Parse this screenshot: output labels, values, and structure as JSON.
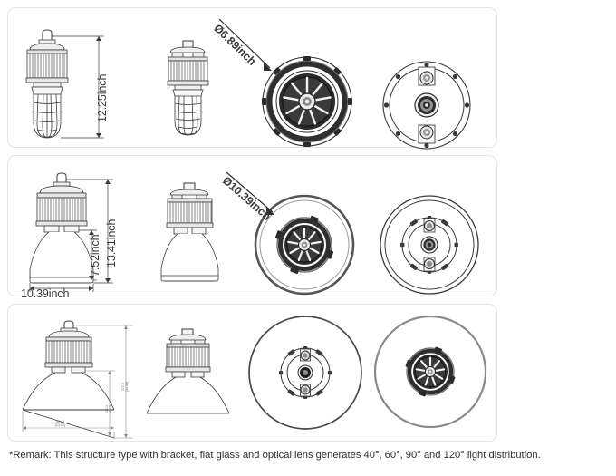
{
  "document": {
    "type": "product-dimension-drawing-sheet",
    "remark": "*Remark: This structure type with bracket, flat glass and optical lens generates 40°, 60°, 90° and 120° light distribution."
  },
  "style": {
    "page_background": "#ffffff",
    "panel_border": "#e3e5e7",
    "line_color": "#3a3a3a",
    "dark_fill": "#2b2b2b",
    "text_color": "#2e2e2e"
  },
  "panels": [
    {
      "id": "panel-1",
      "product": "explosion-proof-cage-luminaire",
      "views": [
        {
          "name": "front-view-dimensioned",
          "column": 1
        },
        {
          "name": "side-view",
          "column": 2
        },
        {
          "name": "bottom-view-lens",
          "column": 3
        },
        {
          "name": "top-view-housing",
          "column": 4
        }
      ],
      "dimensions": {
        "height": "12.25inch",
        "diameter": "Ø6.89inch"
      }
    },
    {
      "id": "panel-2",
      "product": "highbay-deep-reflector-luminaire",
      "views": [
        {
          "name": "front-view-dimensioned",
          "column": 1
        },
        {
          "name": "side-view",
          "column": 2
        },
        {
          "name": "bottom-view-lens",
          "column": 3
        },
        {
          "name": "top-view-housing",
          "column": 4
        }
      ],
      "dimensions": {
        "overall_height": "13.41inch",
        "reflector_height": "7.52inch",
        "width": "10.39inch",
        "diameter": "Ø10.39inch"
      }
    },
    {
      "id": "panel-3",
      "product": "highbay-wide-reflector-luminaire",
      "views": [
        {
          "name": "front-view-dimensioned",
          "column": 1
        },
        {
          "name": "side-view",
          "column": 2
        },
        {
          "name": "bottom-view-lens",
          "column": 3
        },
        {
          "name": "top-view-housing",
          "column": 4
        }
      ],
      "dimensions": {
        "overall_height_label": "372.8\n[14.68]",
        "reflector_height_label": "210.1\n[8.27]",
        "width_label": "584.8\n[23.02]"
      }
    }
  ]
}
